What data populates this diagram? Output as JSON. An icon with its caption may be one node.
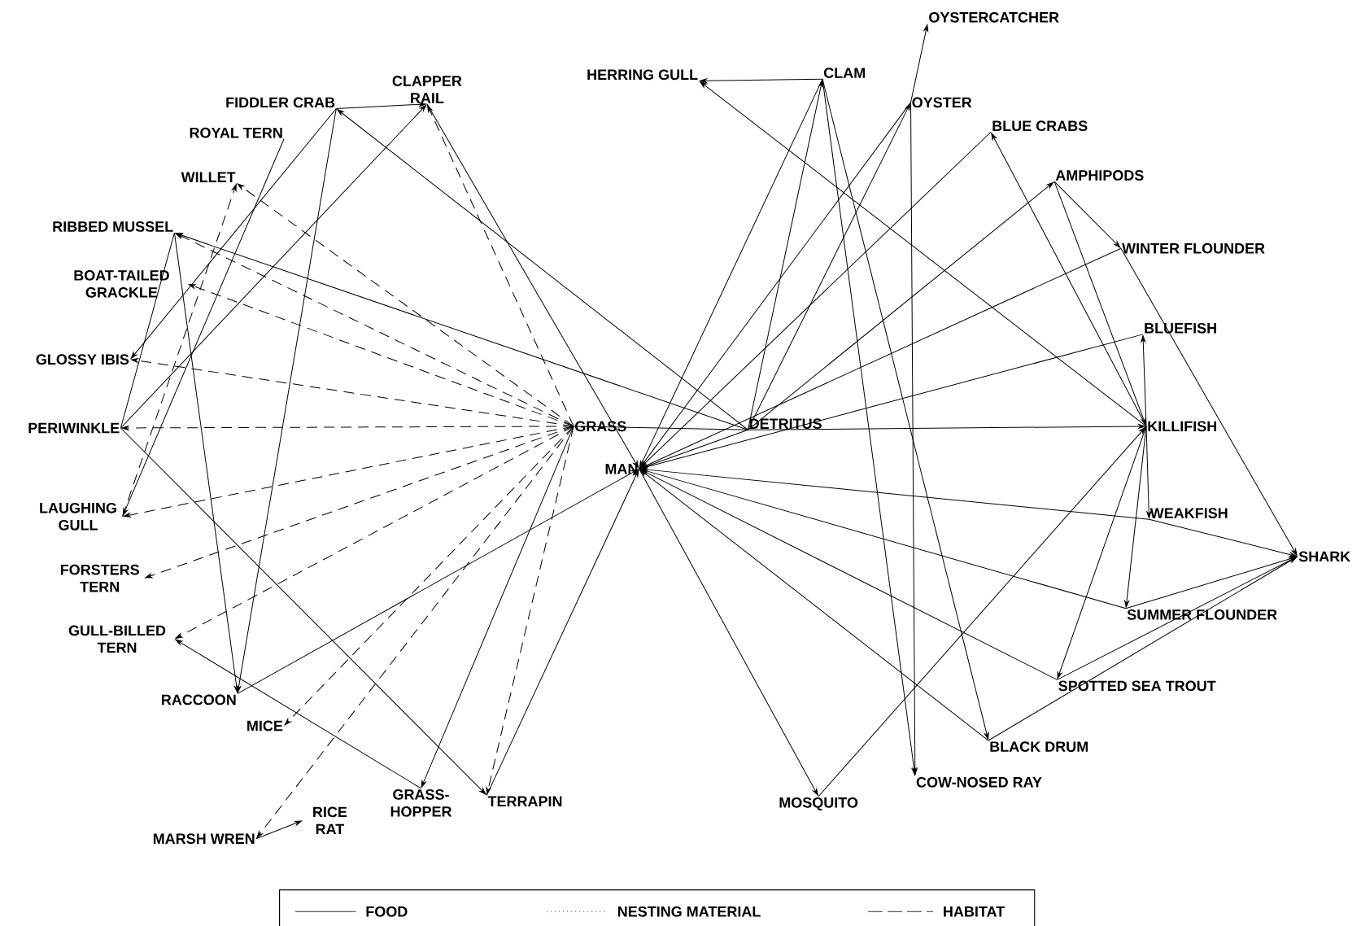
{
  "diagram": {
    "nodes": [
      {
        "text": [
          "OYSTERCATCHER"
        ]
      },
      {
        "text": [
          "CLAPPER RAIL"
        ]
      },
      {
        "text": [
          "HERRING GULL"
        ]
      },
      {
        "text": [
          "CLAM"
        ]
      },
      {
        "text": [
          "FIDDLER CRAB"
        ]
      },
      {
        "text": [
          "OYSTER"
        ]
      },
      {
        "text": [
          "ROYAL TERN"
        ]
      },
      {
        "text": [
          "BLUE CRABS"
        ]
      },
      {
        "text": [
          "WILLET"
        ]
      },
      {
        "text": [
          "AMPHIPODS"
        ]
      },
      {
        "text": [
          "RIBBED MUSSEL"
        ]
      },
      {
        "text": [
          "WINTER FLOUNDER"
        ]
      },
      {
        "text": [
          "BOAT-TAILED GRACKLE"
        ]
      },
      {
        "text": [
          "BLUEFISH"
        ]
      },
      {
        "text": [
          "GLOSSY IBIS"
        ]
      },
      {
        "text": [
          "PERIWINKLE"
        ]
      },
      {
        "text": [
          "GRASS"
        ]
      },
      {
        "text": [
          "DETRITUS"
        ]
      },
      {
        "text": [
          "KILLIFISH"
        ]
      },
      {
        "text": [
          "MAN"
        ]
      },
      {
        "text": [
          "LAUGHING GULL"
        ]
      },
      {
        "text": [
          "WEAKFISH"
        ]
      },
      {
        "text": [
          "SHARK"
        ]
      },
      {
        "text": [
          "FORSTERS TERN"
        ]
      },
      {
        "text": [
          "SUMMER FLOUNDER"
        ]
      },
      {
        "text": [
          "GULL-BILLED TERN"
        ]
      },
      {
        "text": [
          "RACCOON"
        ]
      },
      {
        "text": [
          "SPOTTED SEA TROUT"
        ]
      },
      {
        "text": [
          "MICE"
        ]
      },
      {
        "text": [
          "BLACK DRUM"
        ]
      },
      {
        "text": [
          "GRASS-HOPPER"
        ]
      },
      {
        "text": [
          "TERRAPIN"
        ]
      },
      {
        "text": [
          "COW-NOSED RAY"
        ]
      },
      {
        "text": [
          "MOSQUITO"
        ]
      },
      {
        "text": [
          "RICE RAT"
        ]
      },
      {
        "text": [
          "MARSH WREN"
        ]
      }
    ],
    "edges": [
      {
        "from": 4,
        "to": 1,
        "arrow": "to"
      },
      {
        "from": 4,
        "to": 26,
        "arrow": "to"
      },
      {
        "from": 4,
        "to": 14,
        "arrow": "to"
      },
      {
        "from": 17,
        "to": 4,
        "arrow": "to"
      },
      {
        "from": 15,
        "to": 1,
        "arrow": "to"
      },
      {
        "from": 16,
        "to": 1,
        "arrow": "to",
        "style": "dashed"
      },
      {
        "from": 1,
        "to": 19,
        "arrow": "to"
      },
      {
        "from": 6,
        "to": 20,
        "arrow": "to"
      },
      {
        "from": 20,
        "to": 8,
        "arrow": "to",
        "style": "dashed"
      },
      {
        "from": 16,
        "to": 8,
        "arrow": "to",
        "style": "dashed"
      },
      {
        "from": 10,
        "to": 26,
        "arrow": "to"
      },
      {
        "from": 17,
        "to": 10,
        "arrow": "to"
      },
      {
        "from": 16,
        "to": 10,
        "arrow": "to",
        "style": "dashed"
      },
      {
        "from": 10,
        "to": 15,
        "arrow": "none"
      },
      {
        "from": 15,
        "to": 31,
        "arrow": "to"
      },
      {
        "from": 16,
        "to": 15,
        "arrow": "to",
        "style": "dashed"
      },
      {
        "from": 16,
        "to": 12,
        "arrow": "to",
        "style": "dashed"
      },
      {
        "from": 16,
        "to": 14,
        "arrow": "to",
        "style": "dashed"
      },
      {
        "from": 16,
        "to": 20,
        "arrow": "to",
        "style": "dashed"
      },
      {
        "from": 16,
        "to": 23,
        "arrow": "to",
        "style": "dashed"
      },
      {
        "from": 16,
        "to": 25,
        "arrow": "to",
        "style": "dashed"
      },
      {
        "from": 30,
        "to": 25,
        "arrow": "to"
      },
      {
        "from": 26,
        "to": 19,
        "arrow": "to"
      },
      {
        "from": 16,
        "to": 28,
        "arrow": "to",
        "style": "dashed"
      },
      {
        "from": 16,
        "to": 35,
        "arrow": "to",
        "style": "dashed"
      },
      {
        "from": 35,
        "to": 34,
        "arrow": "to"
      },
      {
        "from": 16,
        "to": 30,
        "arrow": "to"
      },
      {
        "from": 16,
        "to": 31,
        "arrow": "to",
        "style": "dashed"
      },
      {
        "from": 31,
        "to": 19,
        "arrow": "to"
      },
      {
        "from": 16,
        "to": 17,
        "arrow": "none"
      },
      {
        "from": 17,
        "to": 18,
        "arrow": "to"
      },
      {
        "from": 3,
        "to": 2,
        "arrow": "to"
      },
      {
        "from": 18,
        "to": 2,
        "arrow": "to"
      },
      {
        "from": 3,
        "to": 19,
        "arrow": "to"
      },
      {
        "from": 17,
        "to": 3,
        "arrow": "to"
      },
      {
        "from": 3,
        "to": 32,
        "arrow": "to"
      },
      {
        "from": 3,
        "to": 29,
        "arrow": "to"
      },
      {
        "from": 5,
        "to": 0,
        "arrow": "to"
      },
      {
        "from": 5,
        "to": 19,
        "arrow": "to"
      },
      {
        "from": 17,
        "to": 5,
        "arrow": "to"
      },
      {
        "from": 5,
        "to": 32,
        "arrow": "to"
      },
      {
        "from": 7,
        "to": 19,
        "arrow": "to"
      },
      {
        "from": 18,
        "to": 7,
        "arrow": "to"
      },
      {
        "from": 17,
        "to": 9,
        "arrow": "to"
      },
      {
        "from": 9,
        "to": 11,
        "arrow": "to"
      },
      {
        "from": 9,
        "to": 18,
        "arrow": "to"
      },
      {
        "from": 11,
        "to": 19,
        "arrow": "to"
      },
      {
        "from": 13,
        "to": 19,
        "arrow": "to"
      },
      {
        "from": 11,
        "to": 22,
        "arrow": "to"
      },
      {
        "from": 18,
        "to": 13,
        "arrow": "to"
      },
      {
        "from": 18,
        "to": 21,
        "arrow": "to"
      },
      {
        "from": 18,
        "to": 27,
        "arrow": "to"
      },
      {
        "from": 18,
        "to": 24,
        "arrow": "to"
      },
      {
        "from": 33,
        "to": 18,
        "arrow": "to"
      },
      {
        "from": 19,
        "to": 33,
        "arrow": "to"
      },
      {
        "from": 21,
        "to": 19,
        "arrow": "to"
      },
      {
        "from": 21,
        "to": 22,
        "arrow": "to"
      },
      {
        "from": 24,
        "to": 19,
        "arrow": "to"
      },
      {
        "from": 24,
        "to": 22,
        "arrow": "to"
      },
      {
        "from": 27,
        "to": 19,
        "arrow": "to"
      },
      {
        "from": 27,
        "to": 22,
        "arrow": "to"
      },
      {
        "from": 29,
        "to": 19,
        "arrow": "to"
      },
      {
        "from": 29,
        "to": 22,
        "arrow": "to"
      },
      {
        "from": 17,
        "to": 19,
        "arrow": "none"
      }
    ],
    "legend": [
      {
        "text": "FOOD"
      },
      {
        "text": "NESTING MATERIAL"
      },
      {
        "text": "HABITAT"
      }
    ]
  }
}
